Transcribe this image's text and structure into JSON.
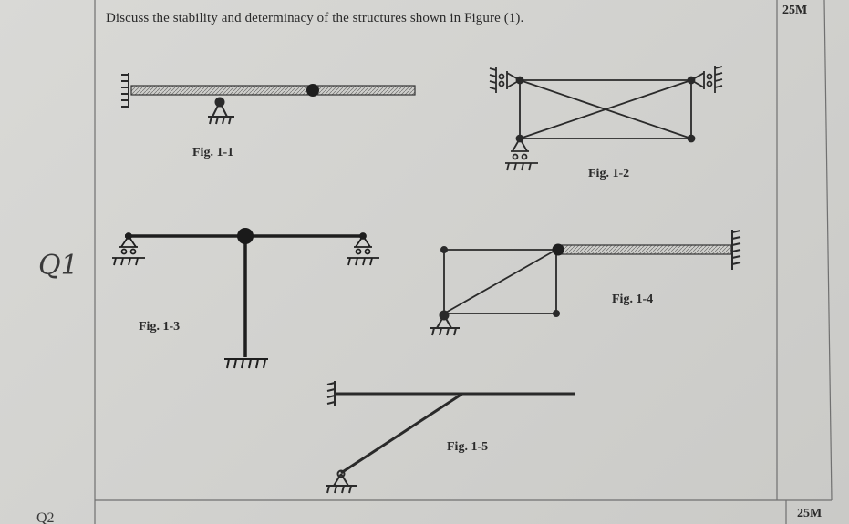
{
  "question": {
    "text": "Discuss the stability and determinacy of the structures shown in Figure (1).",
    "marks": "25M",
    "label": "Q1"
  },
  "figures": {
    "f1": "Fig. 1-1",
    "f2": "Fig. 1-2",
    "f3": "Fig. 1-3",
    "f4": "Fig. 1-4",
    "f5": "Fig. 1-5"
  },
  "next_question": {
    "label": "Q2",
    "marks": "25M"
  },
  "colors": {
    "paper": "#d6d6d3",
    "ink": "#2a2a2a",
    "lines": "#6a6a6a"
  }
}
